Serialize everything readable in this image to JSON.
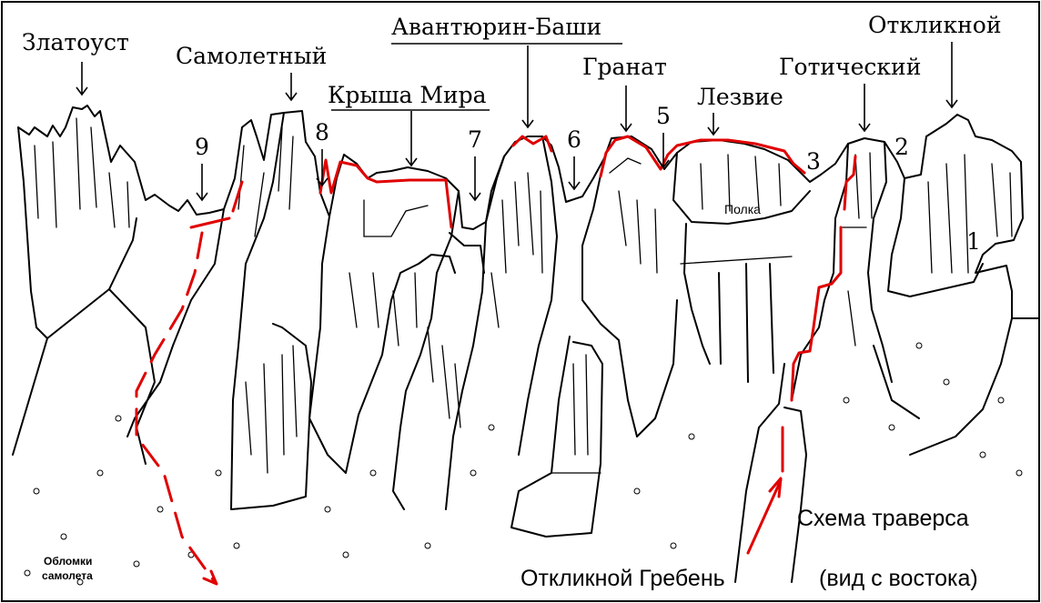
{
  "peaks": {
    "zlatoust": "Златоуст",
    "samoletny": "Самолетный",
    "krysha_mira": "Крыша Мира",
    "avanturin_bashi": "Авантюрин-Баши",
    "granat": "Гранат",
    "lezvie": "Лезвие",
    "gotichesky": "Готический",
    "otkliknoy": "Откликной"
  },
  "points": {
    "p1": "1",
    "p2": "2",
    "p3": "3",
    "p5": "5",
    "p6": "6",
    "p7": "7",
    "p8": "8",
    "p9": "9"
  },
  "labels": {
    "polka": "Полка",
    "wreckage_line1": "Обломки",
    "wreckage_line2": "самолета"
  },
  "captions": {
    "scheme": "Схема траверса",
    "ridge": "Откликной Гребень",
    "view": "(вид с востока)"
  },
  "colors": {
    "route": "#e00000",
    "ink": "#000000"
  }
}
